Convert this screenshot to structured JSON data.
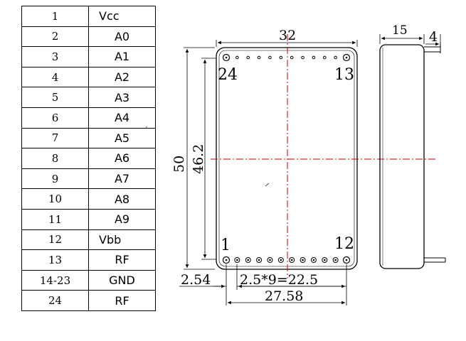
{
  "pin_table": {
    "rows": [
      {
        "pin": "1",
        "signal": "Vcc"
      },
      {
        "pin": "2",
        "signal": "A0"
      },
      {
        "pin": "3",
        "signal": "A1"
      },
      {
        "pin": "4",
        "signal": "A2"
      },
      {
        "pin": "5",
        "signal": "A3"
      },
      {
        "pin": "6",
        "signal": "A4"
      },
      {
        "pin": "7",
        "signal": "A5"
      },
      {
        "pin": "8",
        "signal": "A6"
      },
      {
        "pin": "9",
        "signal": "A7"
      },
      {
        "pin": "10",
        "signal": "A8"
      },
      {
        "pin": "11",
        "signal": "A9"
      },
      {
        "pin": "12",
        "signal": "Vbb"
      },
      {
        "pin": "13",
        "signal": "RF"
      },
      {
        "pin": "14-23",
        "signal": "GND"
      },
      {
        "pin": "24",
        "signal": "RF"
      }
    ]
  },
  "drawing": {
    "width_dim": "32",
    "height_dim": "50",
    "inner_height_dim": "46.2",
    "pin_corner_labels": {
      "top_left": "24",
      "top_right": "13",
      "bottom_left": "1",
      "bottom_right": "12"
    },
    "pin_offset_dim": "2.54",
    "pin_pitch_dim": "2.5*9=22.5",
    "pin_span_dim": "27.58",
    "side_depth_dim": "15",
    "side_pin_dim": "4",
    "pin_count_per_row": 12,
    "centerline_color": "#cc0000",
    "line_color": "#000000"
  }
}
